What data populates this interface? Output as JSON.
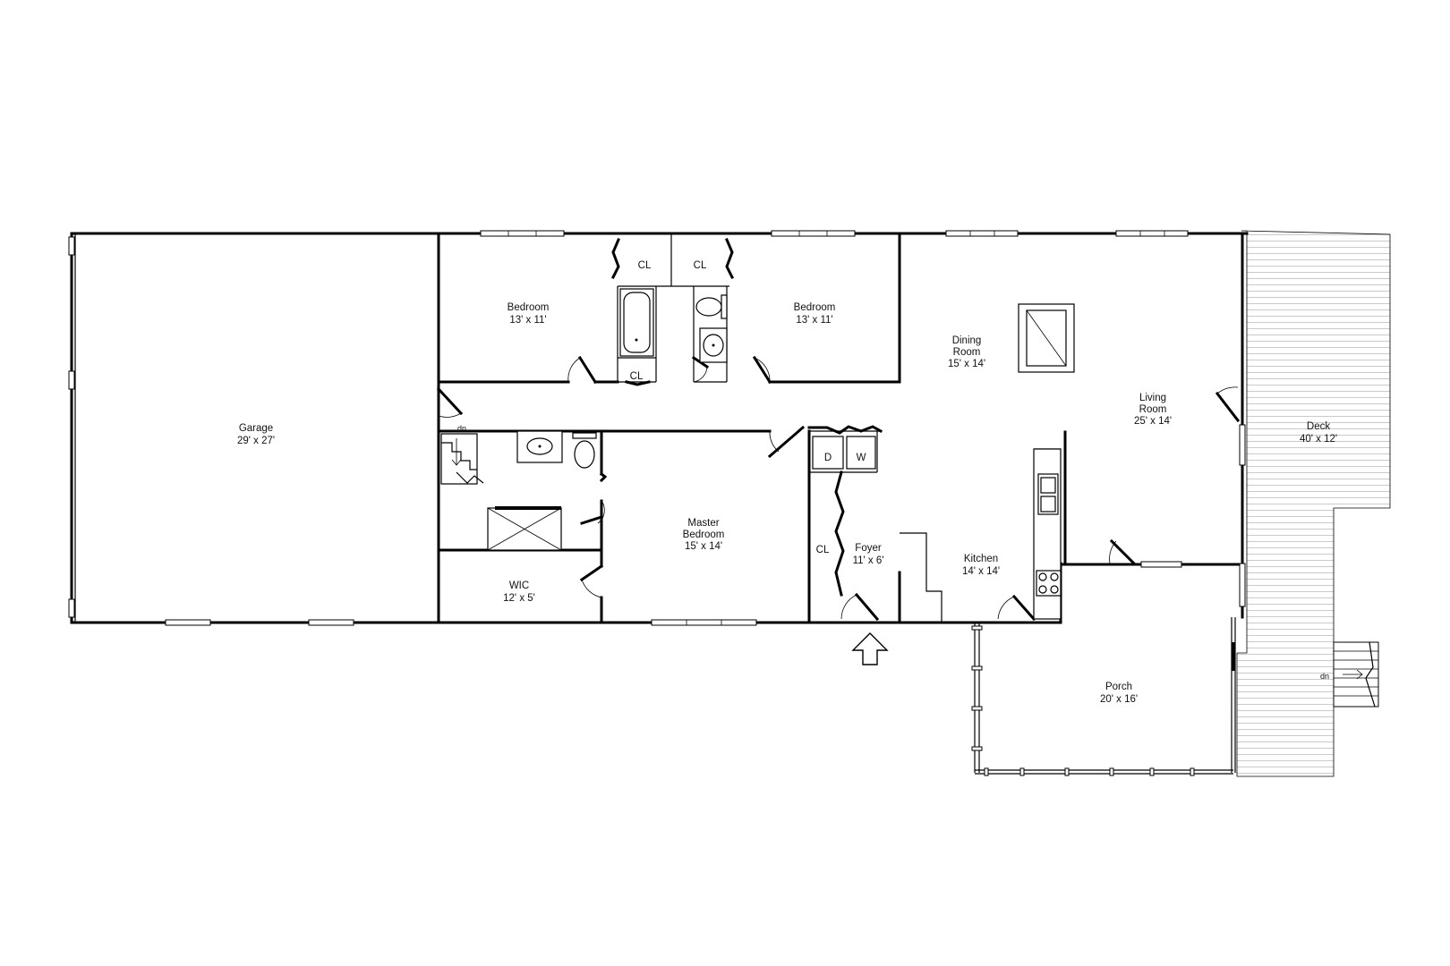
{
  "rooms": {
    "garage": {
      "name": "Garage",
      "size": "29' x 27'"
    },
    "bedroom_left": {
      "name": "Bedroom",
      "size": "13' x 11'"
    },
    "bedroom_right": {
      "name": "Bedroom",
      "size": "13' x 11'"
    },
    "dining": {
      "name_line1": "Dining",
      "name_line2": "Room",
      "size": "15' x 14'"
    },
    "living": {
      "name_line1": "Living",
      "name_line2": "Room",
      "size": "25' x 14'"
    },
    "deck": {
      "name": "Deck",
      "size": "40' x 12'"
    },
    "master": {
      "name_line1": "Master",
      "name_line2": "Bedroom",
      "size": "15' x 14'"
    },
    "wic": {
      "name": "WIC",
      "size": "12' x 5'"
    },
    "foyer": {
      "name": "Foyer",
      "size": "11' x 6'"
    },
    "kitchen": {
      "name": "Kitchen",
      "size": "14' x 14'"
    },
    "porch": {
      "name": "Porch",
      "size": "20' x 16'"
    }
  },
  "labels": {
    "closet": "CL",
    "dryer": "D",
    "washer": "W",
    "stairs_down": "dn"
  }
}
